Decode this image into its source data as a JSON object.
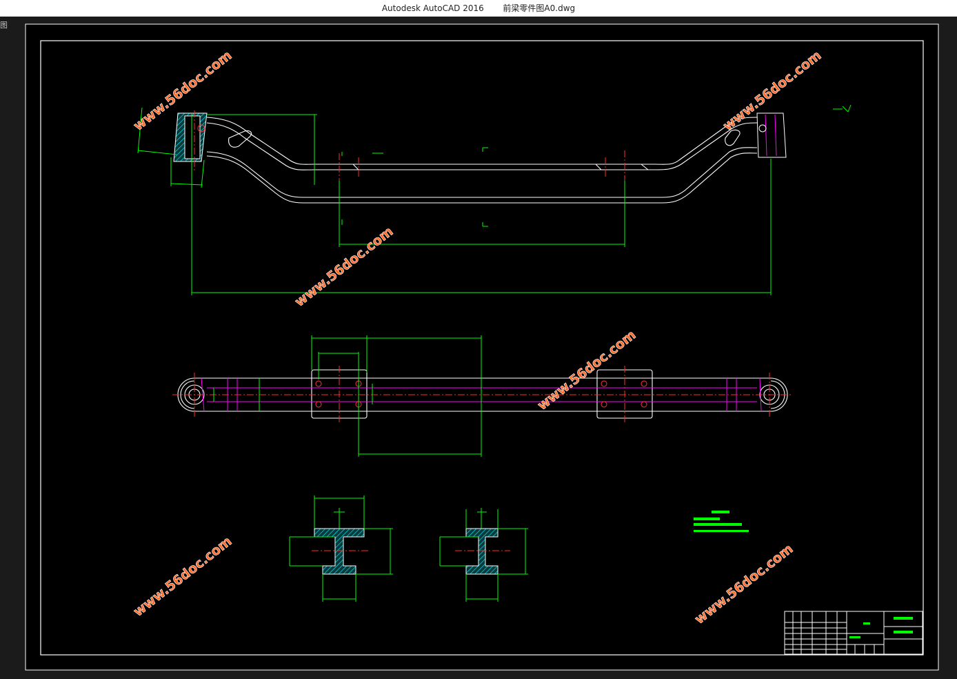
{
  "window": {
    "app_title": "Autodesk AutoCAD 2016",
    "file_name": "前梁零件图A0.dwg"
  },
  "toolbar": {
    "side_icon_glyph": "图"
  },
  "drawing": {
    "watermark": "www.56doc.com",
    "colors": {
      "background": "#000000",
      "frame": "#ffffff",
      "dimension": "#00ff00",
      "centerline": "#ff0000",
      "hidden": "#ff00ff",
      "hatch": "#00ffff",
      "part": "#ffffff"
    }
  }
}
